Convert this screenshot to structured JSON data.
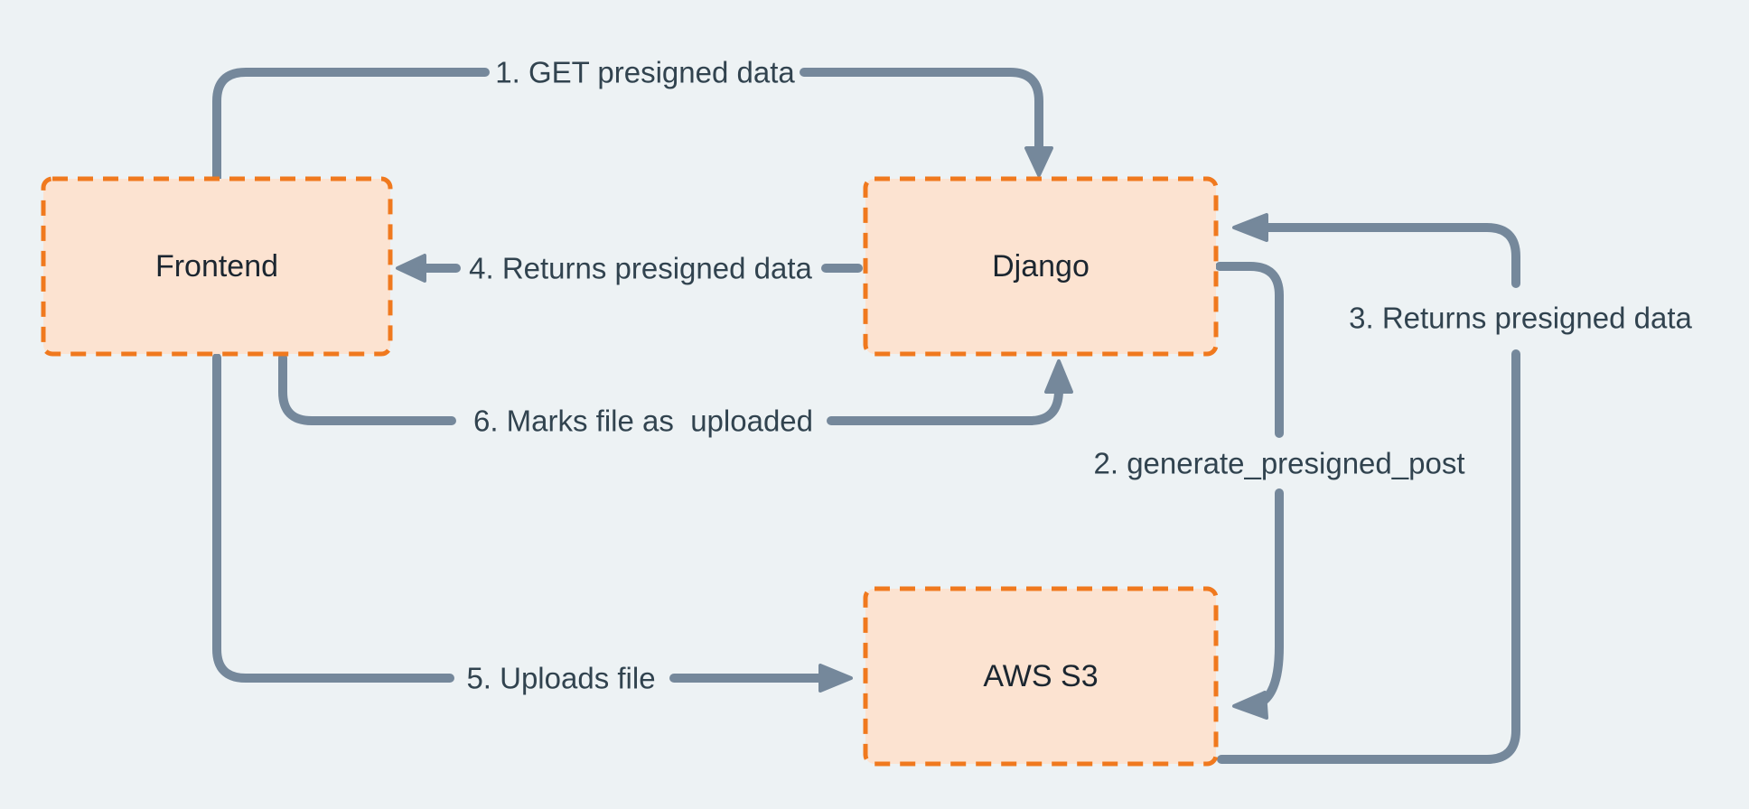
{
  "colors": {
    "background": "#EDF2F4",
    "node_fill": "#FCE3D1",
    "node_border": "#F0791E",
    "connector": "#75889B",
    "edge_label_text": "#31434F",
    "node_label_text": "#1B2630"
  },
  "nodes": [
    {
      "id": "frontend",
      "label": "Frontend"
    },
    {
      "id": "django",
      "label": "Django"
    },
    {
      "id": "aws-s3",
      "label": "AWS S3"
    }
  ],
  "edges": [
    {
      "step": 1,
      "label": "1. GET presigned data",
      "from": "Frontend",
      "to": "Django"
    },
    {
      "step": 2,
      "label": "2. generate_presigned_post",
      "from": "Django",
      "to": "AWS S3"
    },
    {
      "step": 3,
      "label": "3. Returns presigned data",
      "from": "AWS S3",
      "to": "Django"
    },
    {
      "step": 4,
      "label": "4. Returns presigned data",
      "from": "Django",
      "to": "Frontend"
    },
    {
      "step": 5,
      "label": "5. Uploads file",
      "from": "Frontend",
      "to": "AWS S3"
    },
    {
      "step": 6,
      "label": "6. Marks file as  uploaded",
      "from": "Frontend",
      "to": "Django"
    }
  ]
}
